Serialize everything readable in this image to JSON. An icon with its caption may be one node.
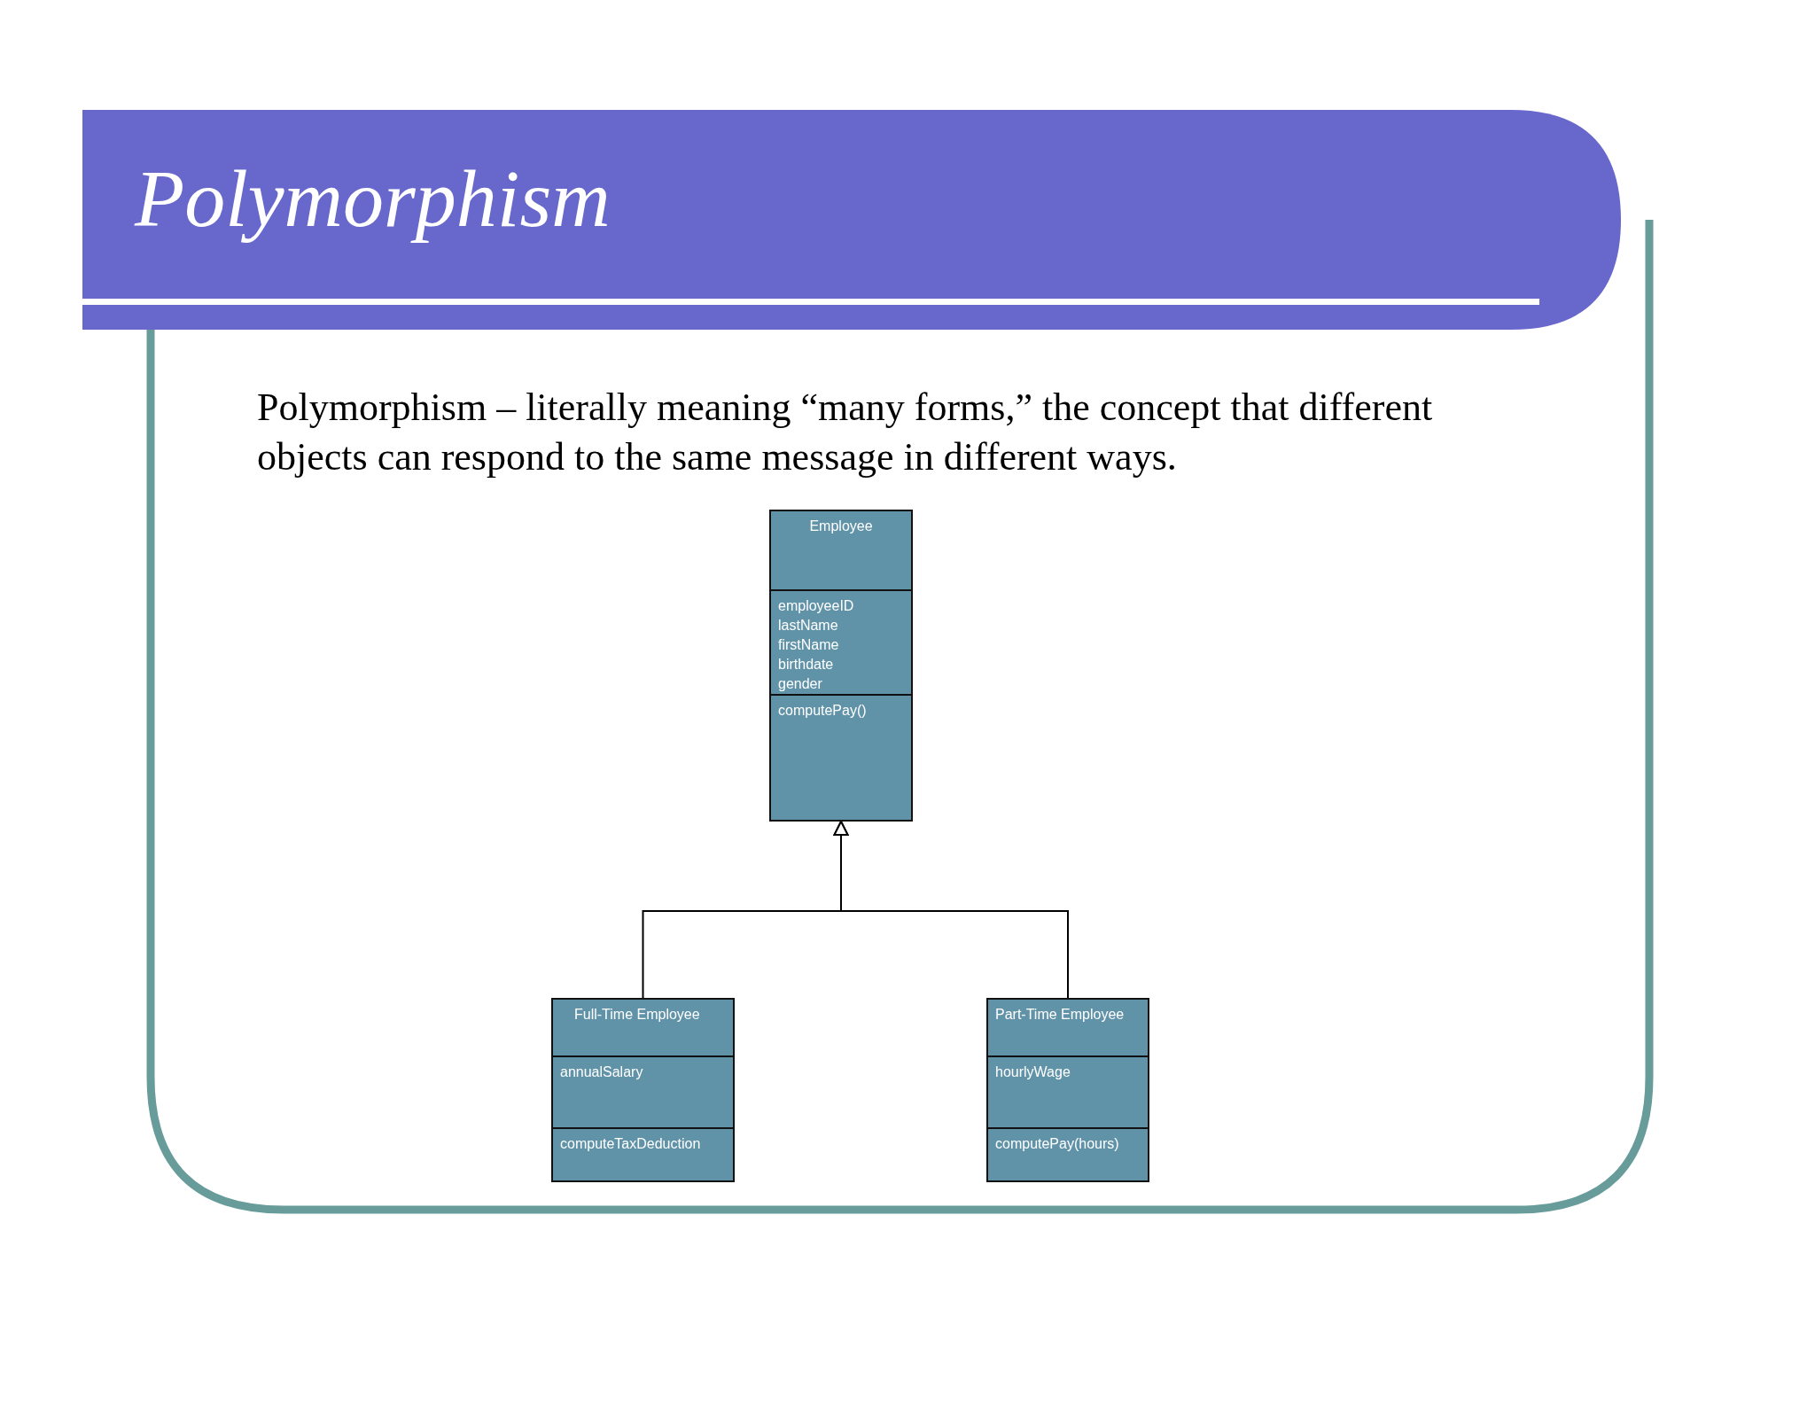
{
  "diagram": {
    "title": "Polymorphism",
    "nodes": [
      {
        "text": [
          "Employee",
          "employeeID lastName firstName birthdate gender",
          "computePay()"
        ]
      },
      {
        "text": [
          "Full-Time Employee",
          "annualSalary",
          "computeTaxDeduction"
        ]
      },
      {
        "text": [
          "Part-Time Employee",
          "hourlyWage",
          "computePay(hours)"
        ]
      }
    ],
    "edges": [
      {
        "from": 1,
        "to": 0,
        "arrow": "to"
      },
      {
        "from": 2,
        "to": 0,
        "arrow": "to"
      }
    ],
    "labels": [
      "Polymorphism – literally meaning “many forms,” the concept that different objects can respond to the same message in different ways."
    ]
  }
}
